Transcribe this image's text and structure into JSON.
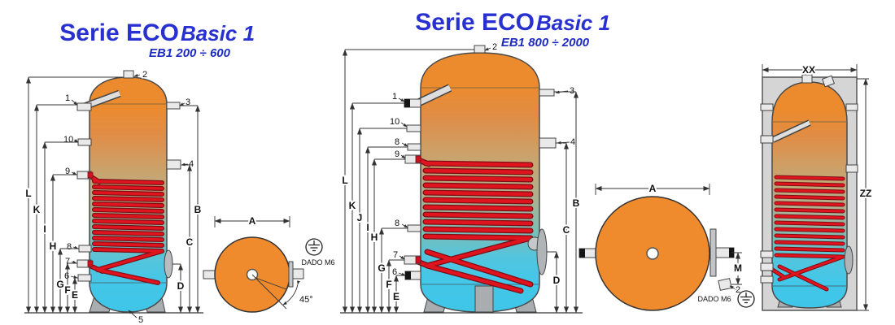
{
  "colors": {
    "title_blue": "#2831d0",
    "subtitle_blue": "#1c2ac0",
    "tank_orange": "#eb8b2e",
    "tank_cyan": "#3ec5e8",
    "coil_red": "#e0141f",
    "metal_gray": "#a9adb0"
  },
  "diagram_small": {
    "title": {
      "serie": "Serie ECO",
      "basic": "Basic 1",
      "range": "EB1  200 ÷ 600"
    },
    "dims_left": [
      "L",
      "K",
      "I",
      "H",
      "G",
      "F",
      "E"
    ],
    "dims_right": [
      "B",
      "C",
      "D"
    ],
    "ports": {
      "p1": "1",
      "p2": "2",
      "p3": "3",
      "p4": "4",
      "p5": "5",
      "p6": "6",
      "p7": "7",
      "p8": "8",
      "p9": "9",
      "p10": "10"
    },
    "top_view": {
      "diameter": "A",
      "angle": "45°",
      "earth": "DADO M6"
    }
  },
  "diagram_large": {
    "title": {
      "serie": "Serie ECO",
      "basic": "Basic 1",
      "range": "EB1  800 ÷ 2000"
    },
    "dims_left": [
      "L",
      "K",
      "J",
      "I",
      "H",
      "G",
      "F",
      "E"
    ],
    "dims_right": [
      "B",
      "C",
      "D"
    ],
    "ports": {
      "p1": "1",
      "p2": "2",
      "p3": "3",
      "p4": "4",
      "p6": "6",
      "p7": "7",
      "p8_upper": "8",
      "p8_lower": "8",
      "p9": "9",
      "p10": "10"
    },
    "top_view": {
      "diameter": "A",
      "offset": "M",
      "port2": "2",
      "earth": "DADO M6"
    }
  },
  "packaging": {
    "width": "XX",
    "height": "ZZ"
  }
}
